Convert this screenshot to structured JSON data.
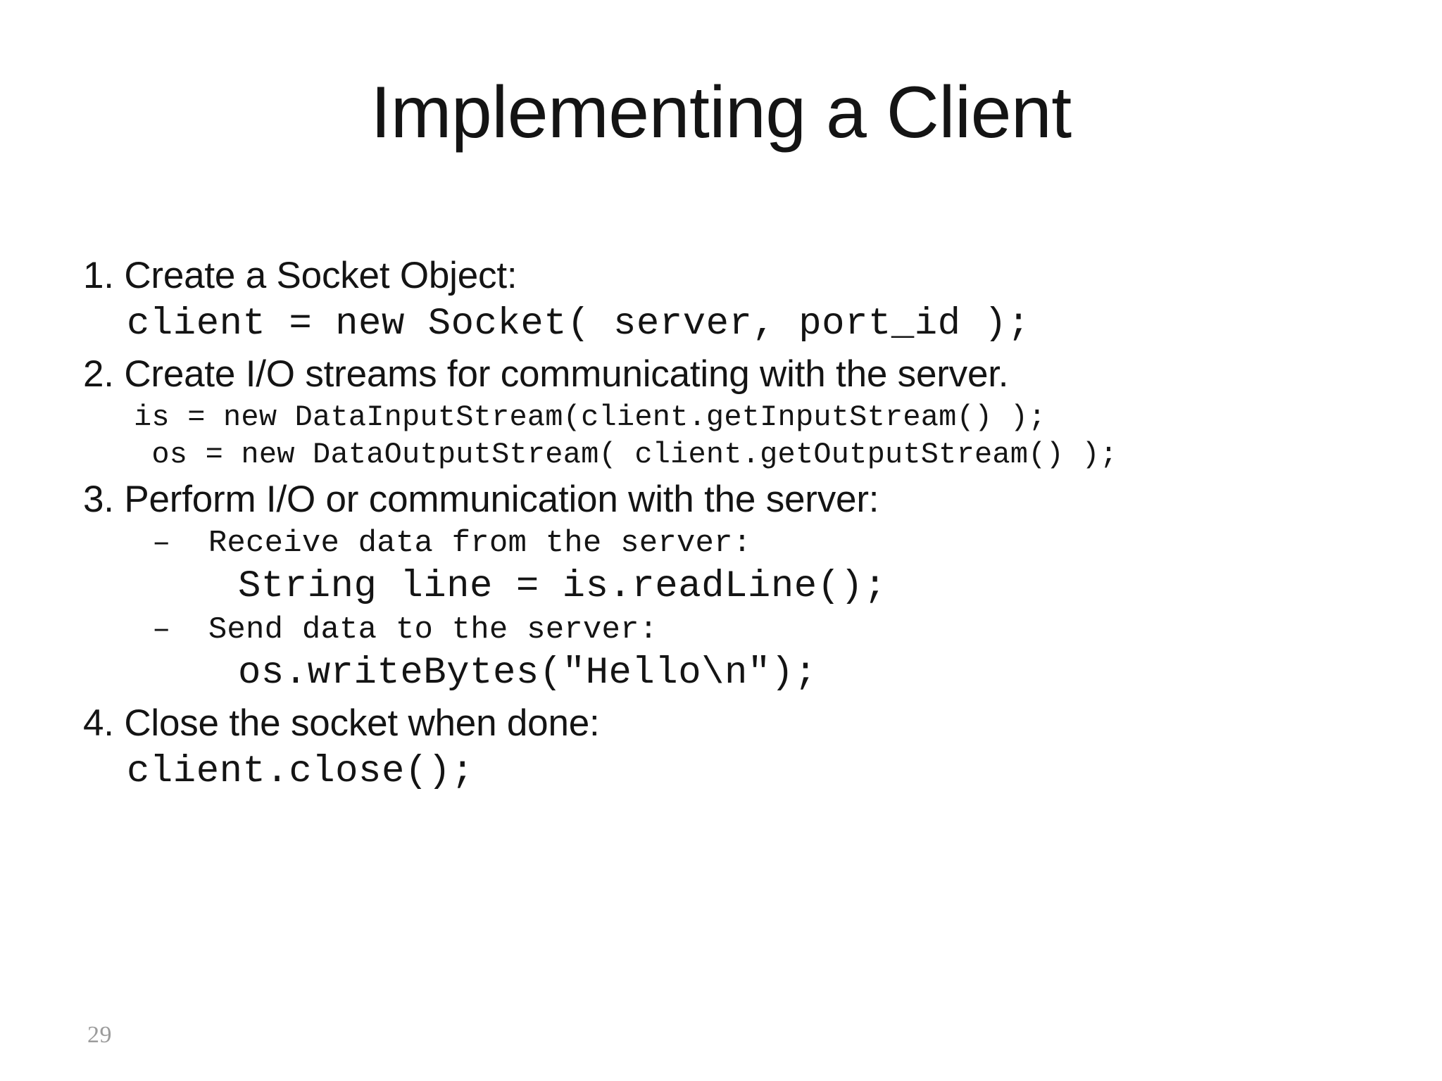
{
  "slide": {
    "title": "Implementing a Client",
    "page_number": "29",
    "text_color": "#141414",
    "page_number_color": "#9b9b9b",
    "background_color": "#ffffff"
  },
  "steps": [
    {
      "number": "1.",
      "text": "1. Create a Socket Object:",
      "code": "client = new Socket( server, port_id );"
    },
    {
      "number": "2.",
      "text": "2. Create I/O streams for communicating with the server.",
      "code_lines": [
        "is = new DataInputStream(client.getInputStream() );",
        " os = new DataOutputStream( client.getOutputStream() );"
      ]
    },
    {
      "number": "3.",
      "text": "3. Perform I/O or communication with the server:",
      "sub_items": [
        {
          "bullet": "–",
          "label": "Receive data from the server:",
          "code": "String line = is.readLine();"
        },
        {
          "bullet": "–",
          "label": "Send data to the server:",
          "code": "os.writeBytes(\"Hello\\n\");"
        }
      ]
    },
    {
      "number": "4.",
      "text": "4. Close the socket when done:",
      "code": "client.close();"
    }
  ]
}
